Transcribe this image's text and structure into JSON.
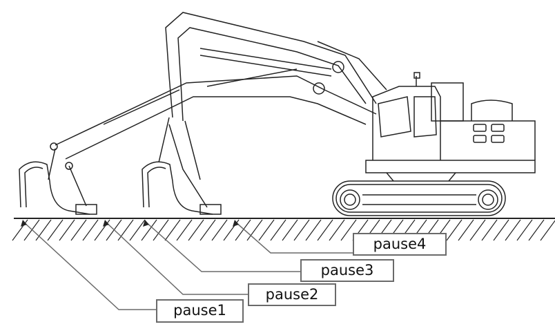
{
  "labels": [
    {
      "id": "pause1",
      "text": "pause1"
    },
    {
      "id": "pause2",
      "text": "pause2"
    },
    {
      "id": "pause3",
      "text": "pause3"
    },
    {
      "id": "pause4",
      "text": "pause4"
    }
  ],
  "colors": {
    "line": "#222222",
    "leader": "#6a6a6a",
    "box_border": "#6a6a6a"
  }
}
